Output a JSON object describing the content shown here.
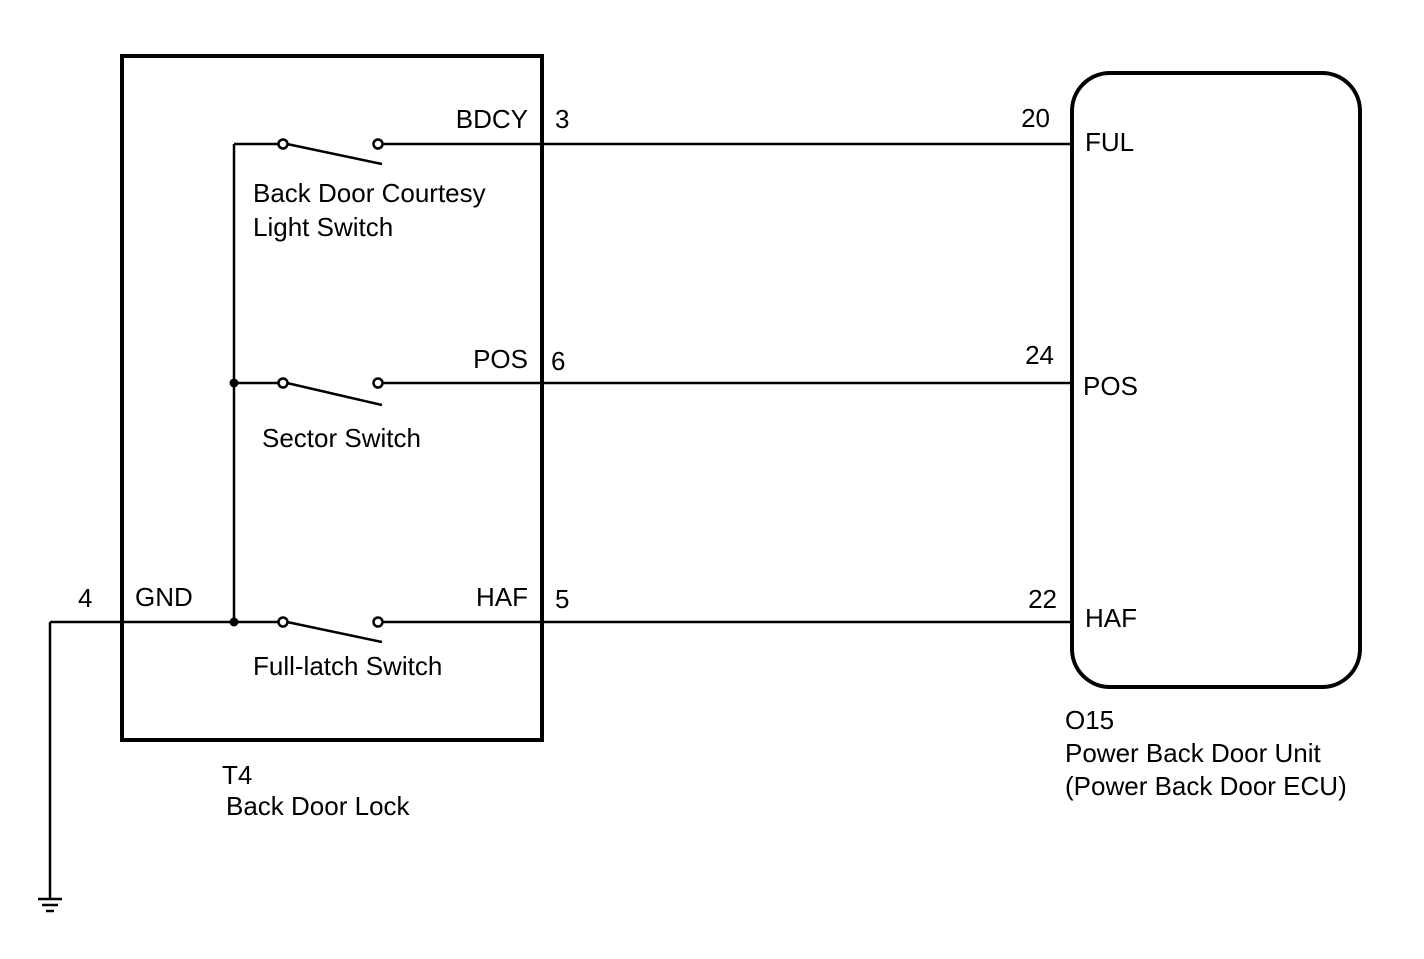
{
  "lock_unit": {
    "code": "T4",
    "name": "Back Door Lock",
    "ground_pin": "4",
    "ground_label": "GND",
    "switches": [
      {
        "name_line1": "Back Door Courtesy",
        "name_line2": "Light Switch",
        "signal": "BDCY",
        "pin": "3"
      },
      {
        "name_line1": "Sector Switch",
        "name_line2": "",
        "signal": "POS",
        "pin": "6"
      },
      {
        "name_line1": "Full-latch Switch",
        "name_line2": "",
        "signal": "HAF",
        "pin": "5"
      }
    ]
  },
  "ecu_unit": {
    "code": "O15",
    "name_line1": "Power Back Door Unit",
    "name_line2": "(Power Back Door ECU)",
    "inputs": [
      {
        "pin": "20",
        "label": "FUL"
      },
      {
        "pin": "24",
        "label": "POS"
      },
      {
        "pin": "22",
        "label": "HAF"
      }
    ]
  }
}
